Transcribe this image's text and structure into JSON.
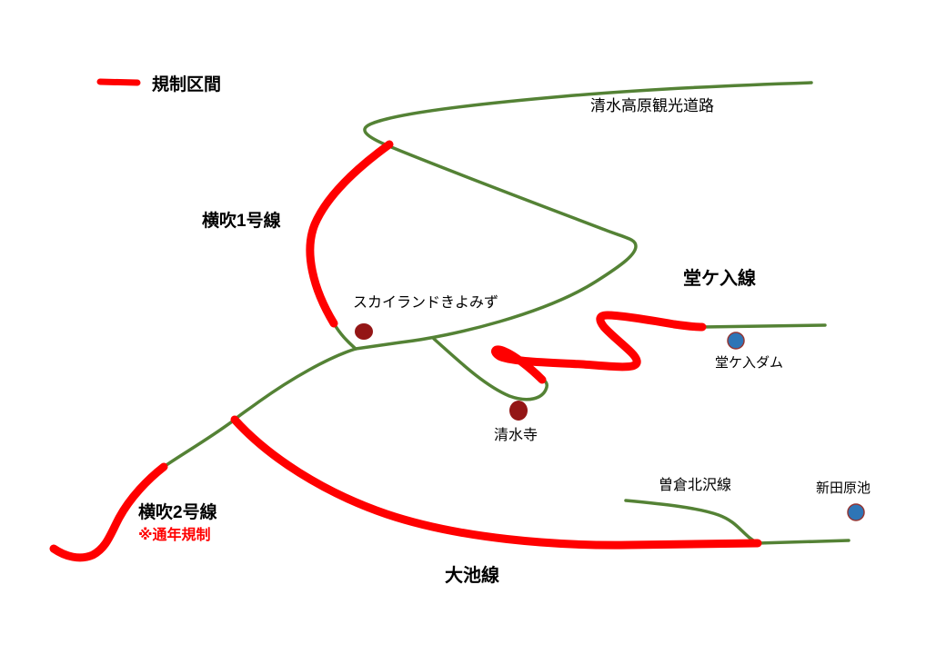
{
  "legend": {
    "label": "規制区間"
  },
  "colors": {
    "restricted": "#ff0000",
    "road": "#548235",
    "landmark_dot": "#941616",
    "water_dot": "#2e75b6",
    "water_dot_border": "#943634",
    "text": "#000000"
  },
  "roads": {
    "shimizu_kogen": {
      "label": "清水高原観光道路",
      "restricted": false
    },
    "yokobuki1": {
      "label": "横吹1号線",
      "restricted": true
    },
    "dogairi": {
      "label": "堂ケ入線",
      "restricted": true
    },
    "yokobuki2": {
      "label": "横吹2号線",
      "restricted": true,
      "note": "※通年規制"
    },
    "oike": {
      "label": "大池線",
      "restricted": true
    },
    "sokura_kitazawa": {
      "label": "曽倉北沢線",
      "restricted": false
    }
  },
  "landmarks": {
    "skyland_kiyomizu": {
      "label": "スカイランドきよみず",
      "type": "landmark"
    },
    "kiyomizudera": {
      "label": "清水寺",
      "type": "landmark"
    },
    "dogairi_dam": {
      "label": "堂ケ入ダム",
      "type": "water"
    },
    "nittahara_ike": {
      "label": "新田原池",
      "type": "water"
    }
  }
}
